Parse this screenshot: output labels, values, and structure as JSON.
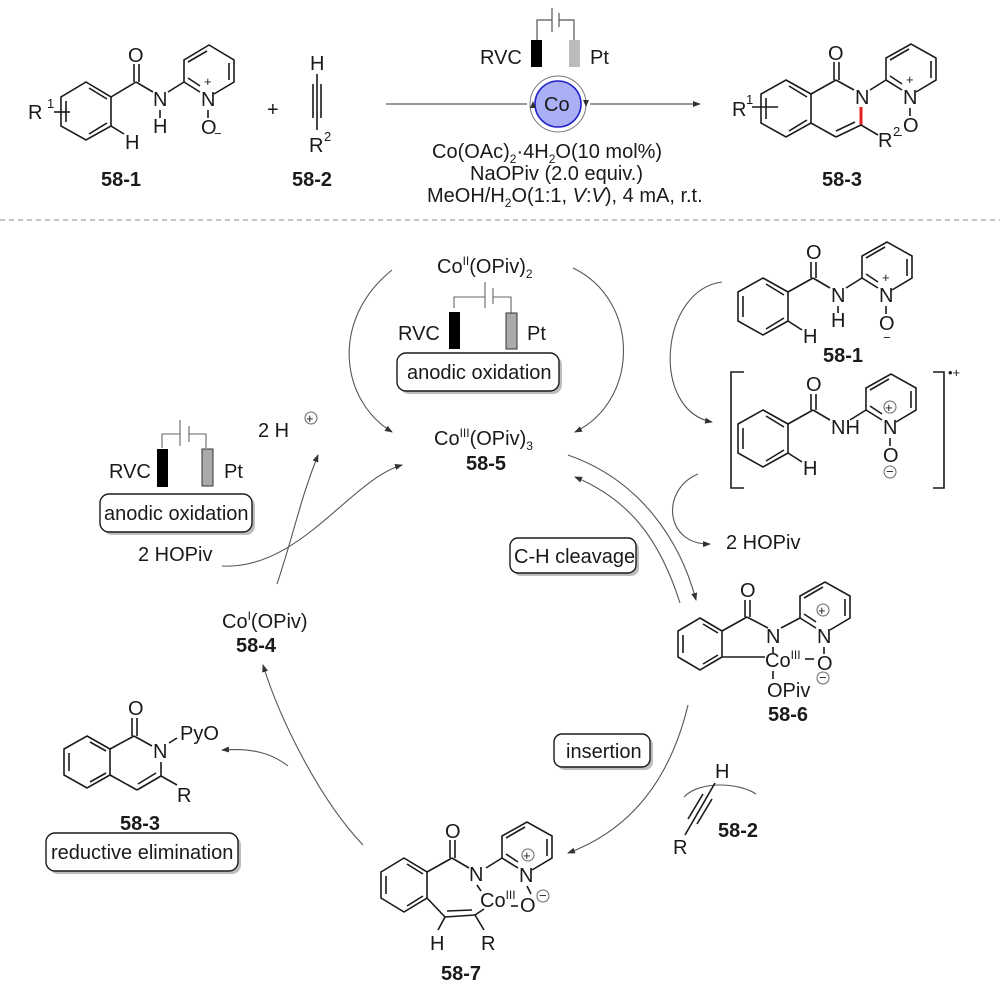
{
  "top_reaction": {
    "reactant1": {
      "label": "58-1",
      "r_group": "R",
      "r_sup": "1",
      "atoms": {
        "o": "O",
        "n": "N",
        "h_nh": "H",
        "h_ar": "H",
        "n_plus": "N",
        "plus": "+",
        "o_minus": "O",
        "minus": "−"
      }
    },
    "plus_sign": "+",
    "reactant2": {
      "label": "58-2",
      "h": "H",
      "r_group": "R",
      "r_sup": "2"
    },
    "electrodes": {
      "anode": "RVC",
      "cathode": "Pt",
      "anode_color": "#000000",
      "cathode_color": "#bbbbbb"
    },
    "catalyst_badge": {
      "text": "Co",
      "fill": "#aab0f5",
      "stroke": "#2222cc"
    },
    "conditions": [
      {
        "parts": [
          "Co(OAc)",
          "2",
          "·4H",
          "2",
          "O(10 mol%)"
        ]
      },
      {
        "parts": [
          "NaOPiv (2.0 equiv.)"
        ]
      },
      {
        "parts": [
          "MeOH/H",
          "2",
          "O(1:1, ",
          "V",
          ":",
          "V",
          "), 4 mA, r.t."
        ]
      }
    ],
    "product": {
      "label": "58-3",
      "r1": "R",
      "r1_sup": "1",
      "r2": "R",
      "r2_sup": "2",
      "new_bond_color": "#e02020",
      "atoms": {
        "o": "O",
        "n": "N",
        "n_plus": "N",
        "plus": "+",
        "o_minus": "O",
        "minus": "−"
      }
    }
  },
  "cycle": {
    "co_ii": {
      "base": "Co",
      "sup": "II",
      "ligand": "(OPiv)",
      "sub": "2"
    },
    "co_iii": {
      "base": "Co",
      "sup": "III",
      "ligand": "(OPiv)",
      "sub": "3",
      "label": "58-5"
    },
    "co_i": {
      "base": "Co",
      "sup": "I",
      "ligand": "(OPiv)",
      "label": "58-4"
    },
    "proton": {
      "text": "2 H",
      "charge": "+"
    },
    "hopiv_left": "2 HOPiv",
    "hopiv_right": "2 HOPiv",
    "electrodes_center": {
      "anode": "RVC",
      "cathode": "Pt"
    },
    "electrodes_left": {
      "anode": "RVC",
      "cathode": "Pt"
    },
    "step_boxes": {
      "anodic_center": "anodic oxidation",
      "anodic_left": "anodic oxidation",
      "ch_cleavage": "C-H cleavage",
      "insertion": "insertion",
      "reductive_elimination": "reductive elimination"
    },
    "substrate": {
      "label": "58-1",
      "atoms": {
        "o": "O",
        "n": "N",
        "h": "H",
        "h_ar": "H",
        "n_plus": "N",
        "plus": "+",
        "o_minus": "O",
        "minus": "−"
      }
    },
    "radical_cation": {
      "charge": "•+",
      "atoms": {
        "o": "O",
        "nh": "NH",
        "h_ar": "H",
        "n": "N",
        "plus": "+",
        "o_minus": "O",
        "minus": "−"
      }
    },
    "int_58_6": {
      "label": "58-6",
      "co": "Co",
      "co_sup": "III",
      "opiv": "OPiv",
      "atoms": {
        "o": "O",
        "n": "N",
        "n_py": "N",
        "o_py": "O",
        "plus": "+",
        "minus": "−"
      }
    },
    "int_58_7": {
      "label": "58-7",
      "co": "Co",
      "co_sup": "III",
      "h": "H",
      "r": "R",
      "atoms": {
        "o": "O",
        "n": "N",
        "n_py": "N",
        "o_py": "O",
        "plus": "+",
        "minus": "−"
      }
    },
    "alkyne": {
      "label": "58-2",
      "h": "H",
      "r": "R"
    },
    "product": {
      "label": "58-3",
      "n": "N",
      "pyo": "PyO",
      "r": "R",
      "o": "O"
    }
  }
}
